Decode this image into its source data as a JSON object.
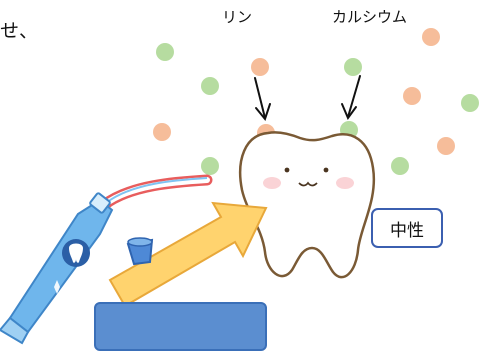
{
  "partial_text": "せ、",
  "labels": {
    "phosphorus": "リン",
    "calcium": "カルシウム"
  },
  "neutral_label": "中性",
  "colors": {
    "phosphorus_dot": "#f6bd9a",
    "calcium_dot": "#b6dca0",
    "arrow_fill": "#ffd36e",
    "label_border": "#3b5fb0",
    "bar_fill": "#5b8ed0",
    "tube": "#6fb6ec"
  },
  "icons": [
    "tooth-character-icon",
    "toothpaste-tube-icon",
    "down-arrow-icon",
    "diagonal-arrow-icon"
  ]
}
